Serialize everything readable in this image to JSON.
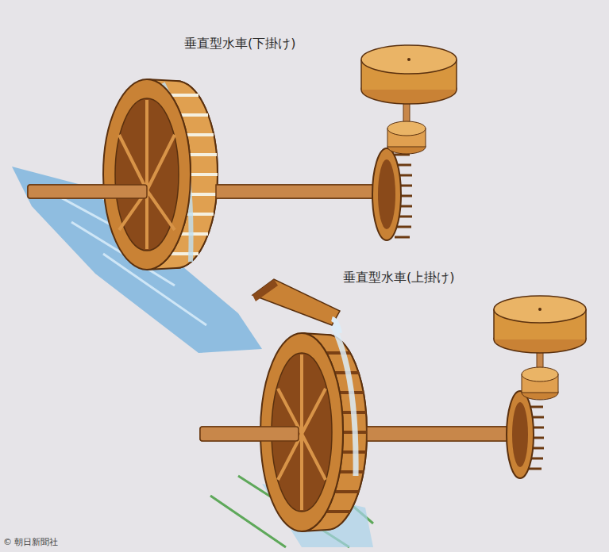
{
  "diagram": {
    "labels": [
      "垂直型水車(下掛け)",
      "垂直型水車(上掛け)",
      "© 朝日新聞社"
    ]
  }
}
